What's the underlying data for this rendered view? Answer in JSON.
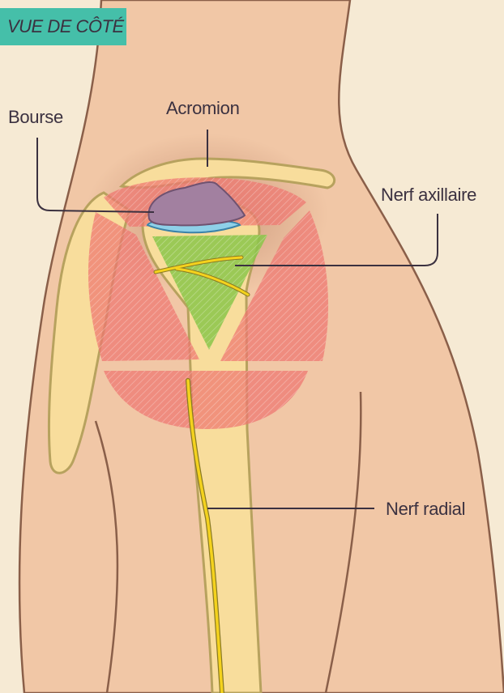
{
  "view_tag": "VUE DE CÔTÉ",
  "labels": {
    "bourse": "Bourse",
    "acromion": "Acromion",
    "nerf_axillaire": "Nerf axillaire",
    "nerf_radial": "Nerf radial"
  },
  "colors": {
    "background": "#f6ead4",
    "skin": "#f1c7a6",
    "skin_outline": "#8a5f49",
    "bone": "#f8dd9c",
    "bone_outline": "#b7a25e",
    "muscle_pain": "#ee7670",
    "supraspinatus_zone": "#8bc64a",
    "bursa_purple": "#a280a0",
    "bursa_blue": "#8ed0e8",
    "nerve": "#f4d21d",
    "tag_teal": "#45bfa9",
    "text": "#3b3140"
  }
}
